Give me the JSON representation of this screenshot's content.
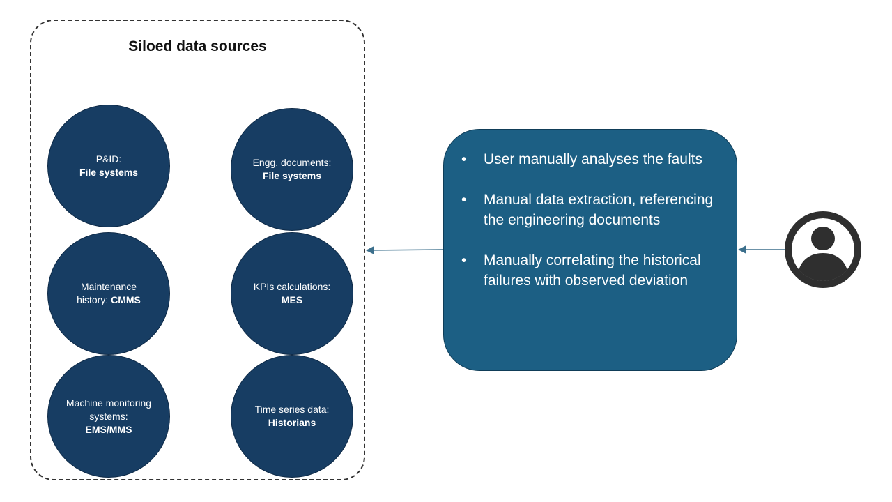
{
  "diagram": {
    "title": "Siloed data sources",
    "sources": [
      {
        "label": "P&ID:",
        "system": "File systems"
      },
      {
        "label": "Engg. documents:",
        "system": "File systems"
      },
      {
        "label": "Maintenance history:",
        "system": "CMMS"
      },
      {
        "label": "KPIs calculations:",
        "system": "MES"
      },
      {
        "label": "Machine monitoring systems:",
        "system": "EMS/MMS"
      },
      {
        "label": "Time series data:",
        "system": "Historians"
      }
    ],
    "process": {
      "bullet_char": "•",
      "items": [
        "User manually analyses the faults",
        "Manual data extraction, referencing the engineering documents",
        "Manually correlating the historical failures with observed deviation"
      ]
    },
    "icons": {
      "user": "user-icon",
      "arrow": "arrow-icon"
    },
    "colors": {
      "circle_fill": "#173d63",
      "box_fill": "#1c5f84",
      "avatar": "#2f2f2f",
      "connector": "#3b6f8c"
    }
  }
}
